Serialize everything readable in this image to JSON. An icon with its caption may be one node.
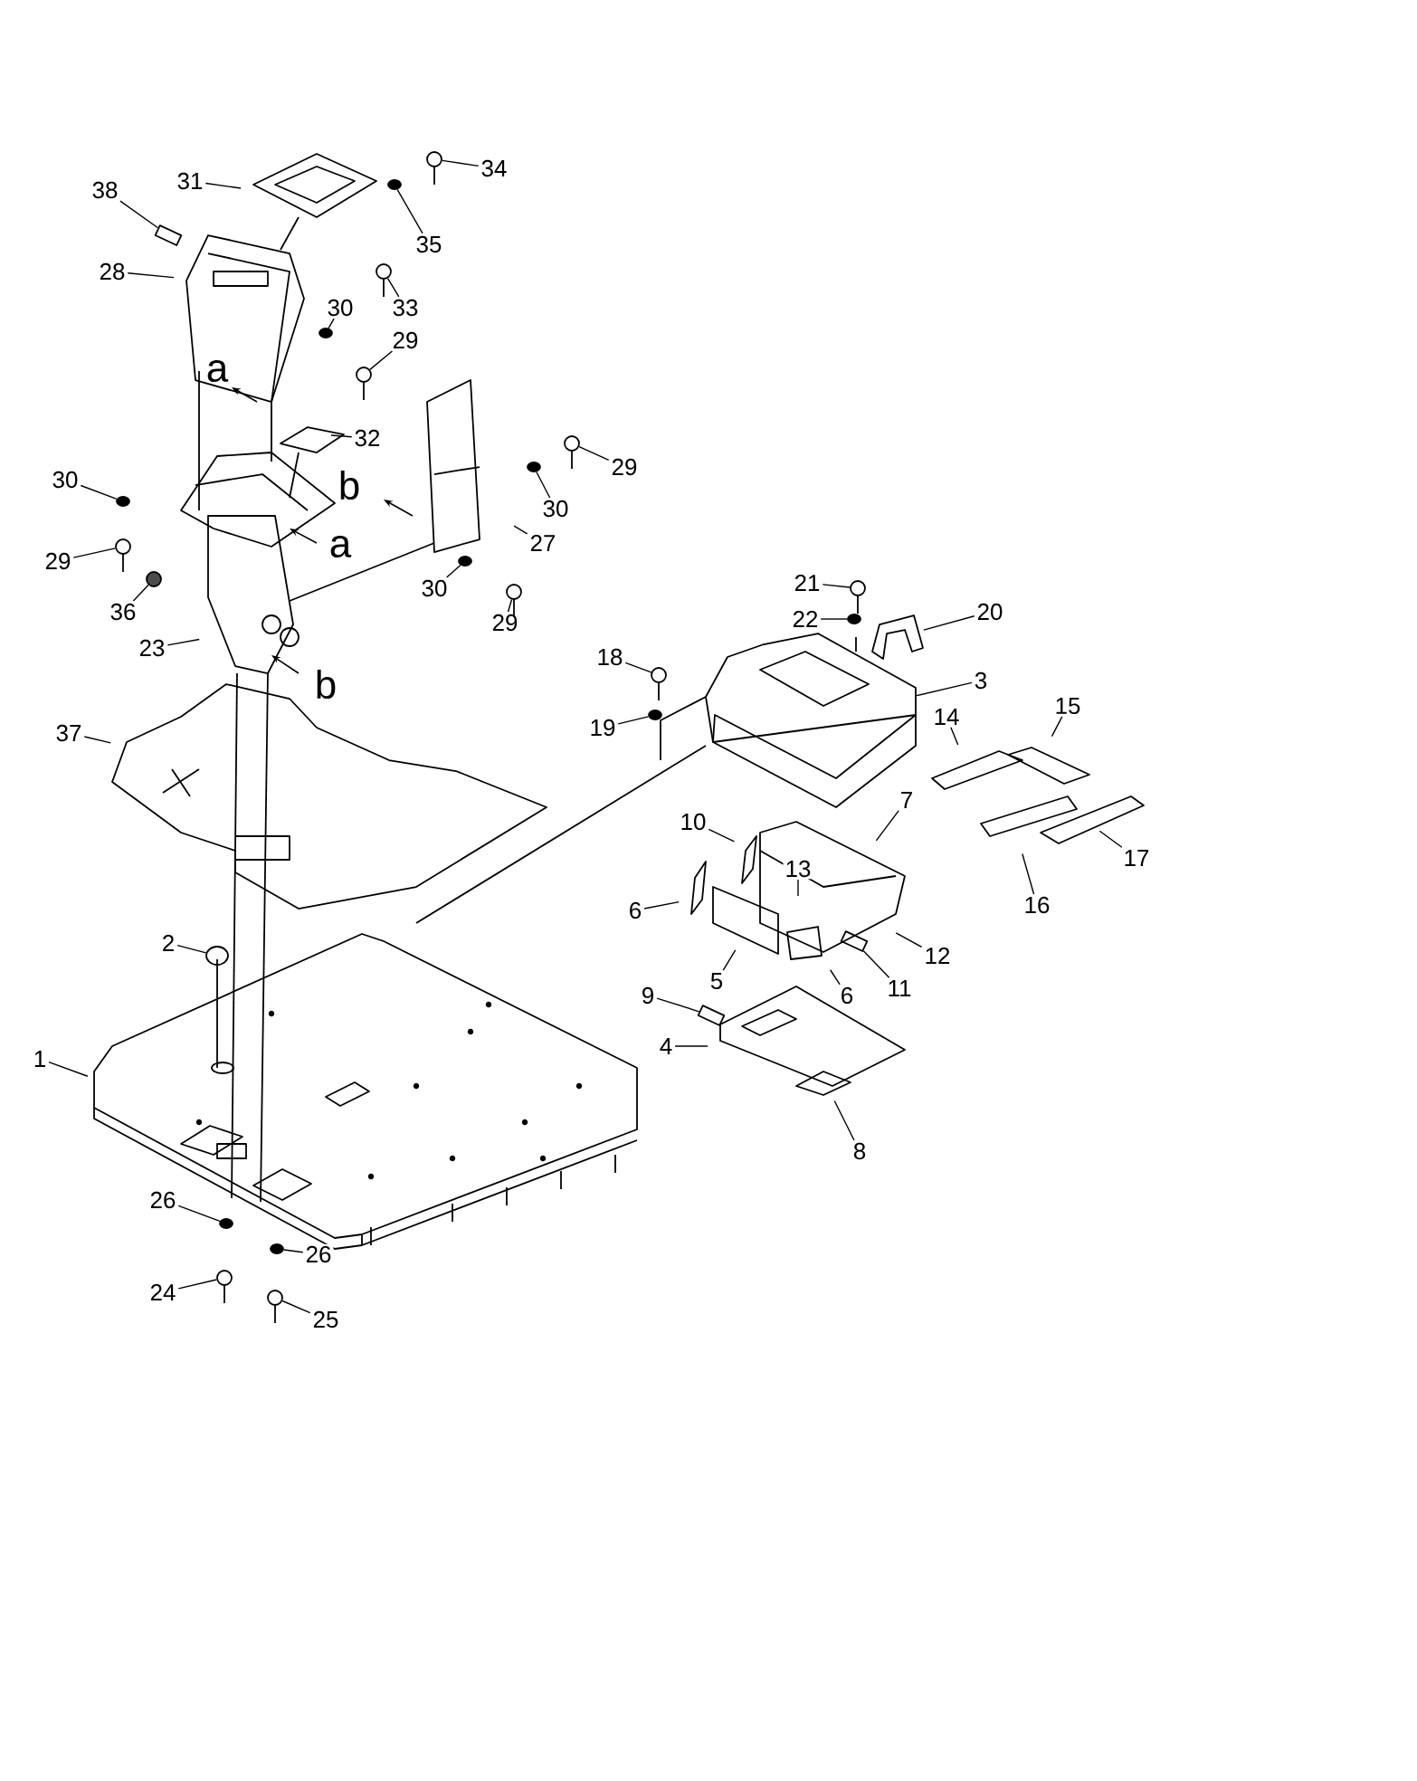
{
  "diagram": {
    "nodes": [
      {
        "text": [
          "1"
        ]
      },
      {
        "text": [
          "2"
        ]
      },
      {
        "text": [
          "3"
        ]
      },
      {
        "text": [
          "4"
        ]
      },
      {
        "text": [
          "5"
        ]
      },
      {
        "text": [
          "6"
        ]
      },
      {
        "text": [
          "6"
        ]
      },
      {
        "text": [
          "7"
        ]
      },
      {
        "text": [
          "8"
        ]
      },
      {
        "text": [
          "9"
        ]
      },
      {
        "text": [
          "10"
        ]
      },
      {
        "text": [
          "11"
        ]
      },
      {
        "text": [
          "12"
        ]
      },
      {
        "text": [
          "13"
        ]
      },
      {
        "text": [
          "14"
        ]
      },
      {
        "text": [
          "15"
        ]
      },
      {
        "text": [
          "16"
        ]
      },
      {
        "text": [
          "17"
        ]
      },
      {
        "text": [
          "18"
        ]
      },
      {
        "text": [
          "19"
        ]
      },
      {
        "text": [
          "20"
        ]
      },
      {
        "text": [
          "21"
        ]
      },
      {
        "text": [
          "22"
        ]
      },
      {
        "text": [
          "23"
        ]
      },
      {
        "text": [
          "24"
        ]
      },
      {
        "text": [
          "25"
        ]
      },
      {
        "text": [
          "26"
        ]
      },
      {
        "text": [
          "26"
        ]
      },
      {
        "text": [
          "27"
        ]
      },
      {
        "text": [
          "28"
        ]
      },
      {
        "text": [
          "29"
        ]
      },
      {
        "text": [
          "29"
        ]
      },
      {
        "text": [
          "29"
        ]
      },
      {
        "text": [
          "29"
        ]
      },
      {
        "text": [
          "30"
        ]
      },
      {
        "text": [
          "30"
        ]
      },
      {
        "text": [
          "30"
        ]
      },
      {
        "text": [
          "30"
        ]
      },
      {
        "text": [
          "31"
        ]
      },
      {
        "text": [
          "32"
        ]
      },
      {
        "text": [
          "33"
        ]
      },
      {
        "text": [
          "34"
        ]
      },
      {
        "text": [
          "35"
        ]
      },
      {
        "text": [
          "36"
        ]
      },
      {
        "text": [
          "37"
        ]
      },
      {
        "text": [
          "38"
        ]
      },
      {
        "text": [],
        "shape": "circle"
      },
      {
        "text": [],
        "shape": "bolt"
      },
      {
        "text": [],
        "shape": "washer"
      },
      {
        "text": [],
        "shape": "bolt"
      },
      {
        "text": [],
        "shape": "washer"
      },
      {
        "text": [],
        "shape": "bolt"
      },
      {
        "text": [],
        "shape": "bolt"
      },
      {
        "text": [],
        "shape": "washer"
      },
      {
        "text": [],
        "shape": "washer"
      },
      {
        "text": [],
        "shape": "bolt"
      },
      {
        "text": [],
        "shape": "bolt"
      },
      {
        "text": [],
        "shape": "bolt"
      },
      {
        "text": [],
        "shape": "bolt"
      },
      {
        "text": [],
        "shape": "washer"
      },
      {
        "text": [],
        "shape": "washer"
      },
      {
        "text": [],
        "shape": "washer"
      },
      {
        "text": [],
        "shape": "washer"
      },
      {
        "text": [],
        "shape": "bolt"
      },
      {
        "text": [],
        "shape": "bolt"
      },
      {
        "text": [],
        "shape": "washer"
      },
      {
        "text": [],
        "shape": "nut"
      },
      {
        "text": [],
        "shape": "box"
      },
      {
        "text": [],
        "shape": "box"
      },
      {
        "text": [],
        "shape": "handle"
      },
      {
        "text": [],
        "shape": "box"
      },
      {
        "text": [],
        "shape": "box"
      }
    ],
    "edges": [
      {
        "from": 0,
        "to": null,
        "arrow": "none"
      },
      {
        "from": 1,
        "to": 46,
        "arrow": "none"
      },
      {
        "from": 2,
        "to": 68,
        "arrow": "none"
      },
      {
        "from": 3,
        "to": null,
        "arrow": "none"
      },
      {
        "from": 4,
        "to": null,
        "arrow": "none"
      },
      {
        "from": 5,
        "to": null,
        "arrow": "none"
      },
      {
        "from": 6,
        "to": null,
        "arrow": "none"
      },
      {
        "from": 7,
        "to": null,
        "arrow": "none"
      },
      {
        "from": 8,
        "to": null,
        "arrow": "none"
      },
      {
        "from": 9,
        "to": 70,
        "arrow": "none"
      },
      {
        "from": 10,
        "to": null,
        "arrow": "none"
      },
      {
        "from": 11,
        "to": 71,
        "arrow": "none"
      },
      {
        "from": 12,
        "to": null,
        "arrow": "none"
      },
      {
        "from": 13,
        "to": null,
        "arrow": "none"
      },
      {
        "from": 14,
        "to": null,
        "arrow": "none"
      },
      {
        "from": 15,
        "to": null,
        "arrow": "none"
      },
      {
        "from": 16,
        "to": null,
        "arrow": "none"
      },
      {
        "from": 17,
        "to": null,
        "arrow": "none"
      },
      {
        "from": 18,
        "to": 47,
        "arrow": "none"
      },
      {
        "from": 19,
        "to": 48,
        "arrow": "none"
      },
      {
        "from": 20,
        "to": 69,
        "arrow": "none"
      },
      {
        "from": 21,
        "to": 49,
        "arrow": "none"
      },
      {
        "from": 22,
        "to": 50,
        "arrow": "none"
      },
      {
        "from": 23,
        "to": null,
        "arrow": "none"
      },
      {
        "from": 24,
        "to": 51,
        "arrow": "none"
      },
      {
        "from": 25,
        "to": 52,
        "arrow": "none"
      },
      {
        "from": 26,
        "to": 53,
        "arrow": "none"
      },
      {
        "from": 27,
        "to": 54,
        "arrow": "none"
      },
      {
        "from": 28,
        "to": null,
        "arrow": "none"
      },
      {
        "from": 29,
        "to": null,
        "arrow": "none"
      },
      {
        "from": 30,
        "to": 55,
        "arrow": "none"
      },
      {
        "from": 31,
        "to": 56,
        "arrow": "none"
      },
      {
        "from": 32,
        "to": 57,
        "arrow": "none"
      },
      {
        "from": 33,
        "to": 58,
        "arrow": "none"
      },
      {
        "from": 34,
        "to": 59,
        "arrow": "none"
      },
      {
        "from": 35,
        "to": 60,
        "arrow": "none"
      },
      {
        "from": 36,
        "to": 61,
        "arrow": "none"
      },
      {
        "from": 37,
        "to": 62,
        "arrow": "none"
      },
      {
        "from": 38,
        "to": null,
        "arrow": "none"
      },
      {
        "from": 39,
        "to": null,
        "arrow": "none"
      },
      {
        "from": 40,
        "to": 63,
        "arrow": "none"
      },
      {
        "from": 41,
        "to": 64,
        "arrow": "none"
      },
      {
        "from": 42,
        "to": 65,
        "arrow": "none"
      },
      {
        "from": 43,
        "to": 66,
        "arrow": "none"
      },
      {
        "from": 44,
        "to": null,
        "arrow": "none"
      },
      {
        "from": 45,
        "to": 67,
        "arrow": "none"
      }
    ],
    "labels": [
      "a",
      "b",
      "a",
      "b"
    ]
  }
}
